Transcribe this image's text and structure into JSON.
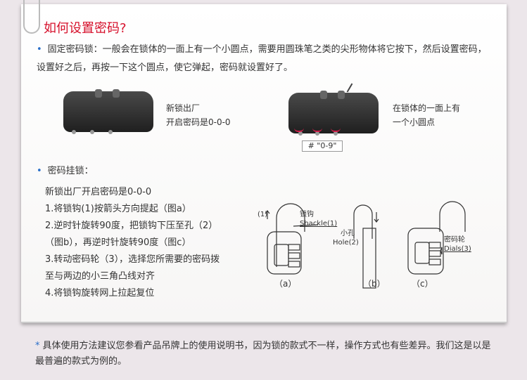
{
  "title": "如何设置密码?",
  "fixed_lock_text": "固定密码锁：一般会在锁体的一面上有一个小圆点，需要用圆珠笔之类的尖形物体将它按下，然后设置密码，设置好之后，再按一下这个圆点，使它弹起，密码就设置好了。",
  "caption_left": [
    "新锁出厂",
    "开启密码是0-0-0"
  ],
  "caption_right": [
    "在锁体的一面上有",
    "一个小圆点"
  ],
  "dial_tag": "# \"0-9\"",
  "padlock": {
    "heading": "密码挂锁：",
    "lines": [
      "新锁出厂开启密码是0-0-0",
      "1.将锁钩(1)按箭头方向提起（图a）",
      "2.逆时针旋转90度，把锁钩下压至孔（2）",
      "（图b），再逆时针旋转90度（图c）",
      "3.转动密码轮（3），选择您所需要的密码拨",
      "至与两边的小三角凸线对齐",
      "4.将锁钩旋转网上拉起复位"
    ]
  },
  "diagram": {
    "arrow_label": "(1)",
    "shackle_cn": "锁钩",
    "shackle_en": "Shackle(1)",
    "hole_cn": "小孔",
    "hole_en": "Hole(2)",
    "dials_cn": "密码轮",
    "dials_en": "Dials(3)",
    "fig_a": "（a）",
    "fig_b": "（b）",
    "fig_c": "（c）"
  },
  "note": "具体使用方法建议您参看产品吊牌上的使用说明书，因为锁的款式不一样，操作方式也有些差异。我们这是以是最普遍的款式为例的。",
  "colors": {
    "title": "#d6102b",
    "bullet": "#2a6fc9"
  }
}
